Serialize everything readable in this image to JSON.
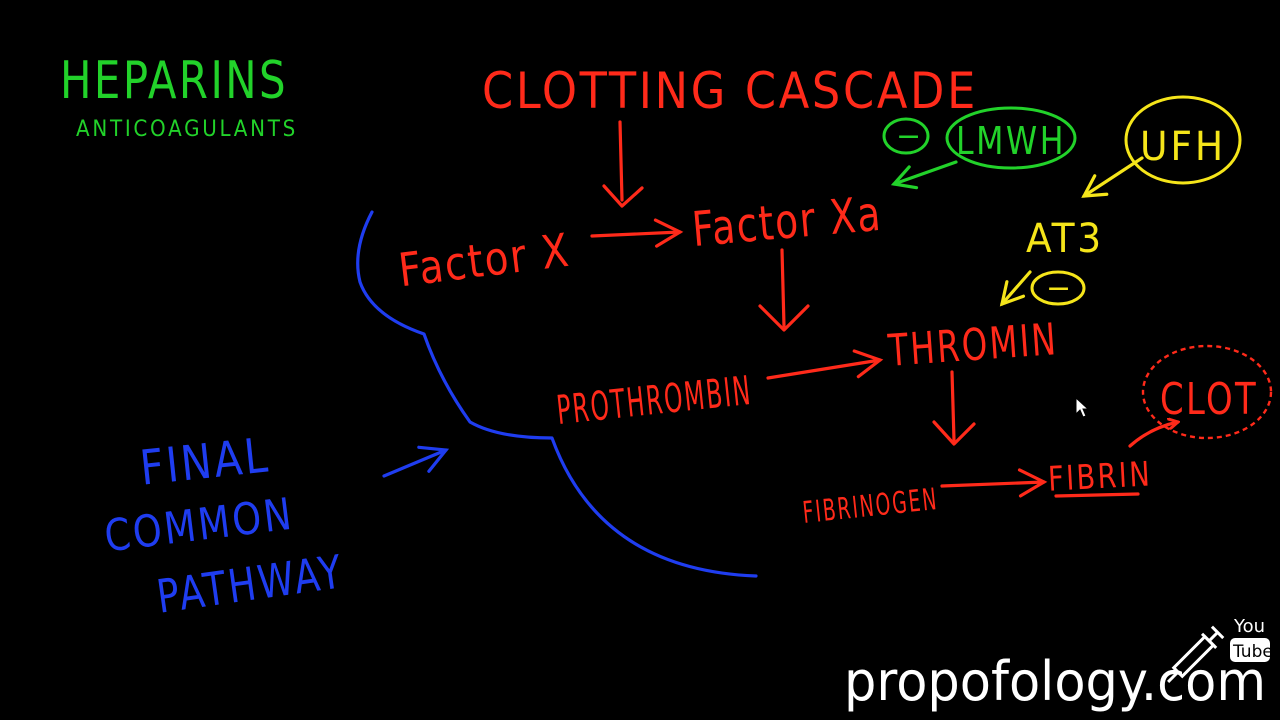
{
  "colors": {
    "background": "#000000",
    "red": "#ff2a1a",
    "green": "#22d22a",
    "yellow": "#f5e51a",
    "blue": "#1f3df0",
    "white": "#ffffff"
  },
  "title": {
    "heading": "HEPARINS",
    "subheading": "ANTICOAGULANTS"
  },
  "diagram": {
    "cascade_label": "CLOTTING CASCADE",
    "factor_x": "Factor X",
    "factor_xa": "Factor Xa",
    "lmwh": "LMWH",
    "ufh": "UFH",
    "inhibit_symbol": "−",
    "at3": "AT3",
    "prothrombin": "PROTHROMBIN",
    "thrombin": "THROMIN",
    "fibrinogen": "FIBRINOGEN",
    "fibrin": "FIBRIN",
    "clot": "CLOT",
    "final_common_pathway": [
      "FINAL",
      "COMMON",
      "PATHWAY"
    ]
  },
  "watermark": {
    "site": "propofology.com",
    "youtube_top": "You",
    "youtube_bottom": "Tube"
  },
  "icons": [
    "syringe-icon",
    "youtube-logo-icon",
    "mouse-cursor-icon"
  ]
}
